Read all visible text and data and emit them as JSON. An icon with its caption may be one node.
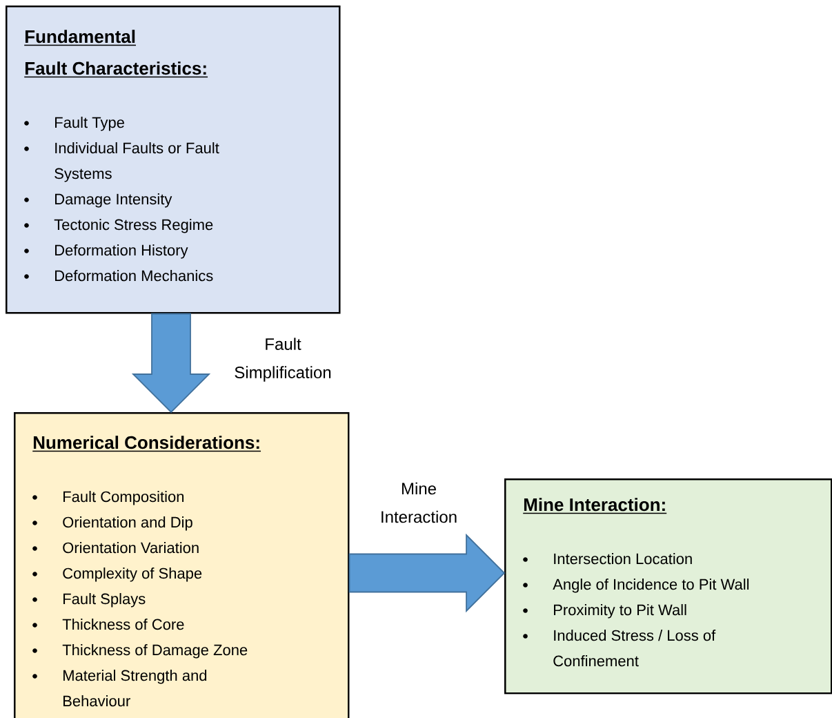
{
  "diagram": {
    "nodes": [
      {
        "text": [
          "Fundamental Fault Characteristics:",
          "Fault Type",
          "Individual Faults or Fault Systems",
          "Damage Intensity",
          "Tectonic Stress Regime",
          "Deformation History",
          "Deformation Mechanics"
        ]
      },
      {
        "text": [
          "Numerical Considerations:",
          "Fault Composition",
          "Orientation and Dip",
          "Orientation Variation",
          "Complexity of Shape",
          "Fault Splays",
          "Thickness of Core",
          "Thickness of Damage Zone",
          "Material Strength and Behaviour"
        ]
      },
      {
        "text": [
          "Mine Interaction:",
          "Intersection Location",
          "Angle of Incidence to Pit Wall",
          "Proximity to Pit Wall",
          "Induced Stress / Loss of Confinement"
        ]
      }
    ],
    "edges": [
      {
        "from": 0,
        "to": 1,
        "arrow": "to",
        "label": "Fault Simplification"
      },
      {
        "from": 1,
        "to": 2,
        "arrow": "to",
        "label": "Mine Interaction"
      }
    ]
  }
}
